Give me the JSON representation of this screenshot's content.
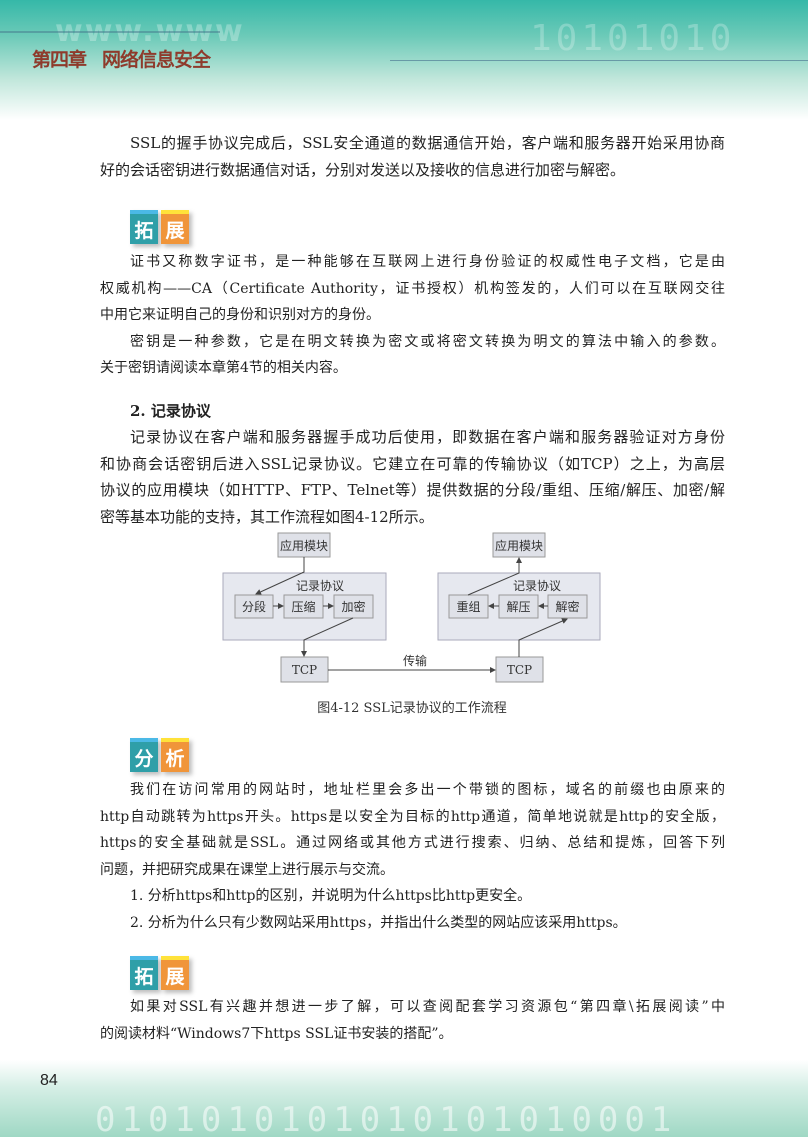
{
  "header": {
    "chapter": "第四章",
    "title": "网络信息安全",
    "decor_text": "www.www",
    "decor_bits": "10101010"
  },
  "para1": [
    "SSL的握手协议完成后，SSL安全通道的数据通信开始，客户端和服务器开始采用协商",
    "好的会话密钥进行数据通信对话，分别对发送以及接收的信息进行加密与解密。"
  ],
  "badge_expand1": {
    "c1": "拓",
    "c2": "展"
  },
  "expand1": [
    "证书又称数字证书，是一种能够在互联网上进行身份验证的权威性电子文档，它是由",
    "权威机构——CA（Certificate Authority，证书授权）机构签发的，人们可以在互联网交往",
    "中用它来证明自己的身份和识别对方的身份。",
    "密钥是一种参数，它是在明文转换为密文或将密文转换为明文的算法中输入的参数。",
    "关于密钥请阅读本章第4节的相关内容。"
  ],
  "section2": {
    "heading": "2.  记录协议",
    "lines": [
      "记录协议在客户端和服务器握手成功后使用，即数据在客户端和服务器验证对方身份",
      "和协商会话密钥后进入SSL记录协议。它建立在可靠的传输协议（如TCP）之上，为高层",
      "协议的应用模块（如HTTP、FTP、Telnet等）提供数据的分段/重组、压缩/解压、加密/解",
      "密等基本功能的支持，其工作流程如图4-12所示。"
    ]
  },
  "diagram": {
    "left": {
      "app": "应用模块",
      "record": "记录协议",
      "steps": [
        "分段",
        "压缩",
        "加密"
      ],
      "tcp": "TCP"
    },
    "right": {
      "app": "应用模块",
      "record": "记录协议",
      "steps": [
        "重组",
        "解压",
        "解密"
      ],
      "tcp": "TCP"
    },
    "transfer": "传输",
    "caption": "图4-12    SSL记录协议的工作流程"
  },
  "badge_analysis": {
    "c1": "分",
    "c2": "析"
  },
  "analysis": [
    "我们在访问常用的网站时，地址栏里会多出一个带锁的图标，域名的前缀也由原来的",
    "http自动跳转为https开头。https是以安全为目标的http通道，简单地说就是http的安全版，",
    "https的安全基础就是SSL。通过网络或其他方式进行搜索、归纳、总结和提炼，回答下列",
    "问题，并把研究成果在课堂上进行展示与交流。",
    "1.  分析https和http的区别，并说明为什么https比http更安全。",
    "2.  分析为什么只有少数网站采用https，并指出什么类型的网站应该采用https。"
  ],
  "badge_expand2": {
    "c1": "拓",
    "c2": "展"
  },
  "expand2": [
    "如果对SSL有兴趣并想进一步了解，可以查阅配套学习资源包“第四章\\拓展阅读”中",
    "的阅读材料“Windows7下https SSL证书安装的搭配”。"
  ],
  "footer": {
    "page_number": "84",
    "decor_bits": "0101010101010101010001"
  }
}
